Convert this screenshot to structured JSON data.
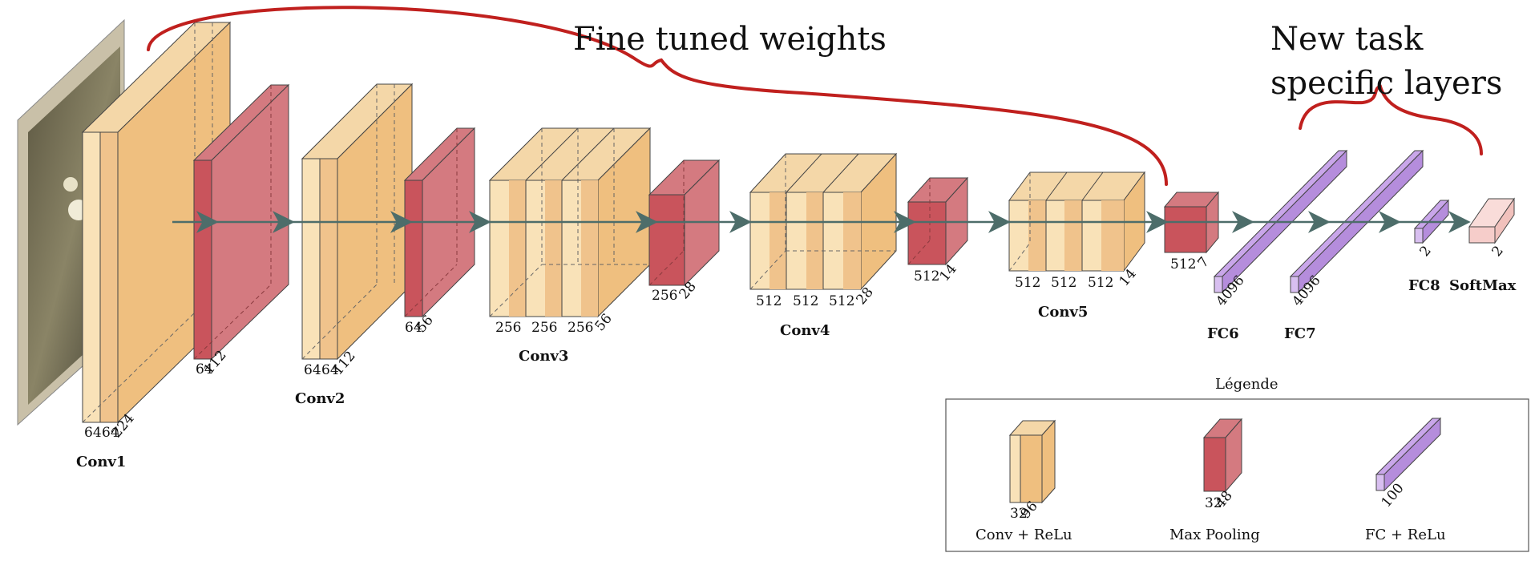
{
  "annotations": {
    "fine_tuned": "Fine tuned weights",
    "new_task_line1": "New task",
    "new_task_line2": "specific layers"
  },
  "layers": {
    "conv1": {
      "name": "Conv1",
      "dims": [
        "64",
        "64",
        "224"
      ]
    },
    "pool1": {
      "dims": [
        "64",
        "112"
      ]
    },
    "conv2": {
      "name": "Conv2",
      "dims": [
        "64",
        "64",
        "112"
      ]
    },
    "pool2": {
      "dims": [
        "64",
        "56"
      ]
    },
    "conv3": {
      "name": "Conv3",
      "dims": [
        "256",
        "256",
        "256",
        "56"
      ]
    },
    "pool3": {
      "dims": [
        "256",
        "28"
      ]
    },
    "conv4": {
      "name": "Conv4",
      "dims": [
        "512",
        "512",
        "512",
        "28"
      ]
    },
    "pool4": {
      "dims": [
        "512",
        "14"
      ]
    },
    "conv5": {
      "name": "Conv5",
      "dims": [
        "512",
        "512",
        "512",
        "14"
      ]
    },
    "pool5": {
      "dims": [
        "512",
        "7"
      ]
    },
    "fc6": {
      "name": "FC6",
      "dim": "4096"
    },
    "fc7": {
      "name": "FC7",
      "dim": "4096"
    },
    "fc8": {
      "name": "FC8",
      "dim": "2"
    },
    "softmax": {
      "name": "SoftMax",
      "dim": "2"
    }
  },
  "legend": {
    "title": "Légende",
    "conv": {
      "label": "Conv + ReLu",
      "dims": [
        "32",
        "96"
      ]
    },
    "pool": {
      "label": "Max Pooling",
      "dims": [
        "32",
        "48"
      ]
    },
    "fc": {
      "label": "FC + ReLu",
      "dim": "100"
    }
  },
  "colors": {
    "conv_front": "#f9e2b8",
    "conv_mid": "#efbf7f",
    "conv_side": "#f0c081",
    "pool_front": "#c9545c",
    "pool_side": "#d47a80",
    "fc": "#b58ddc",
    "softmax": "#f6cdca",
    "brace": "#c0201e",
    "arrow": "#4d6d6a"
  }
}
